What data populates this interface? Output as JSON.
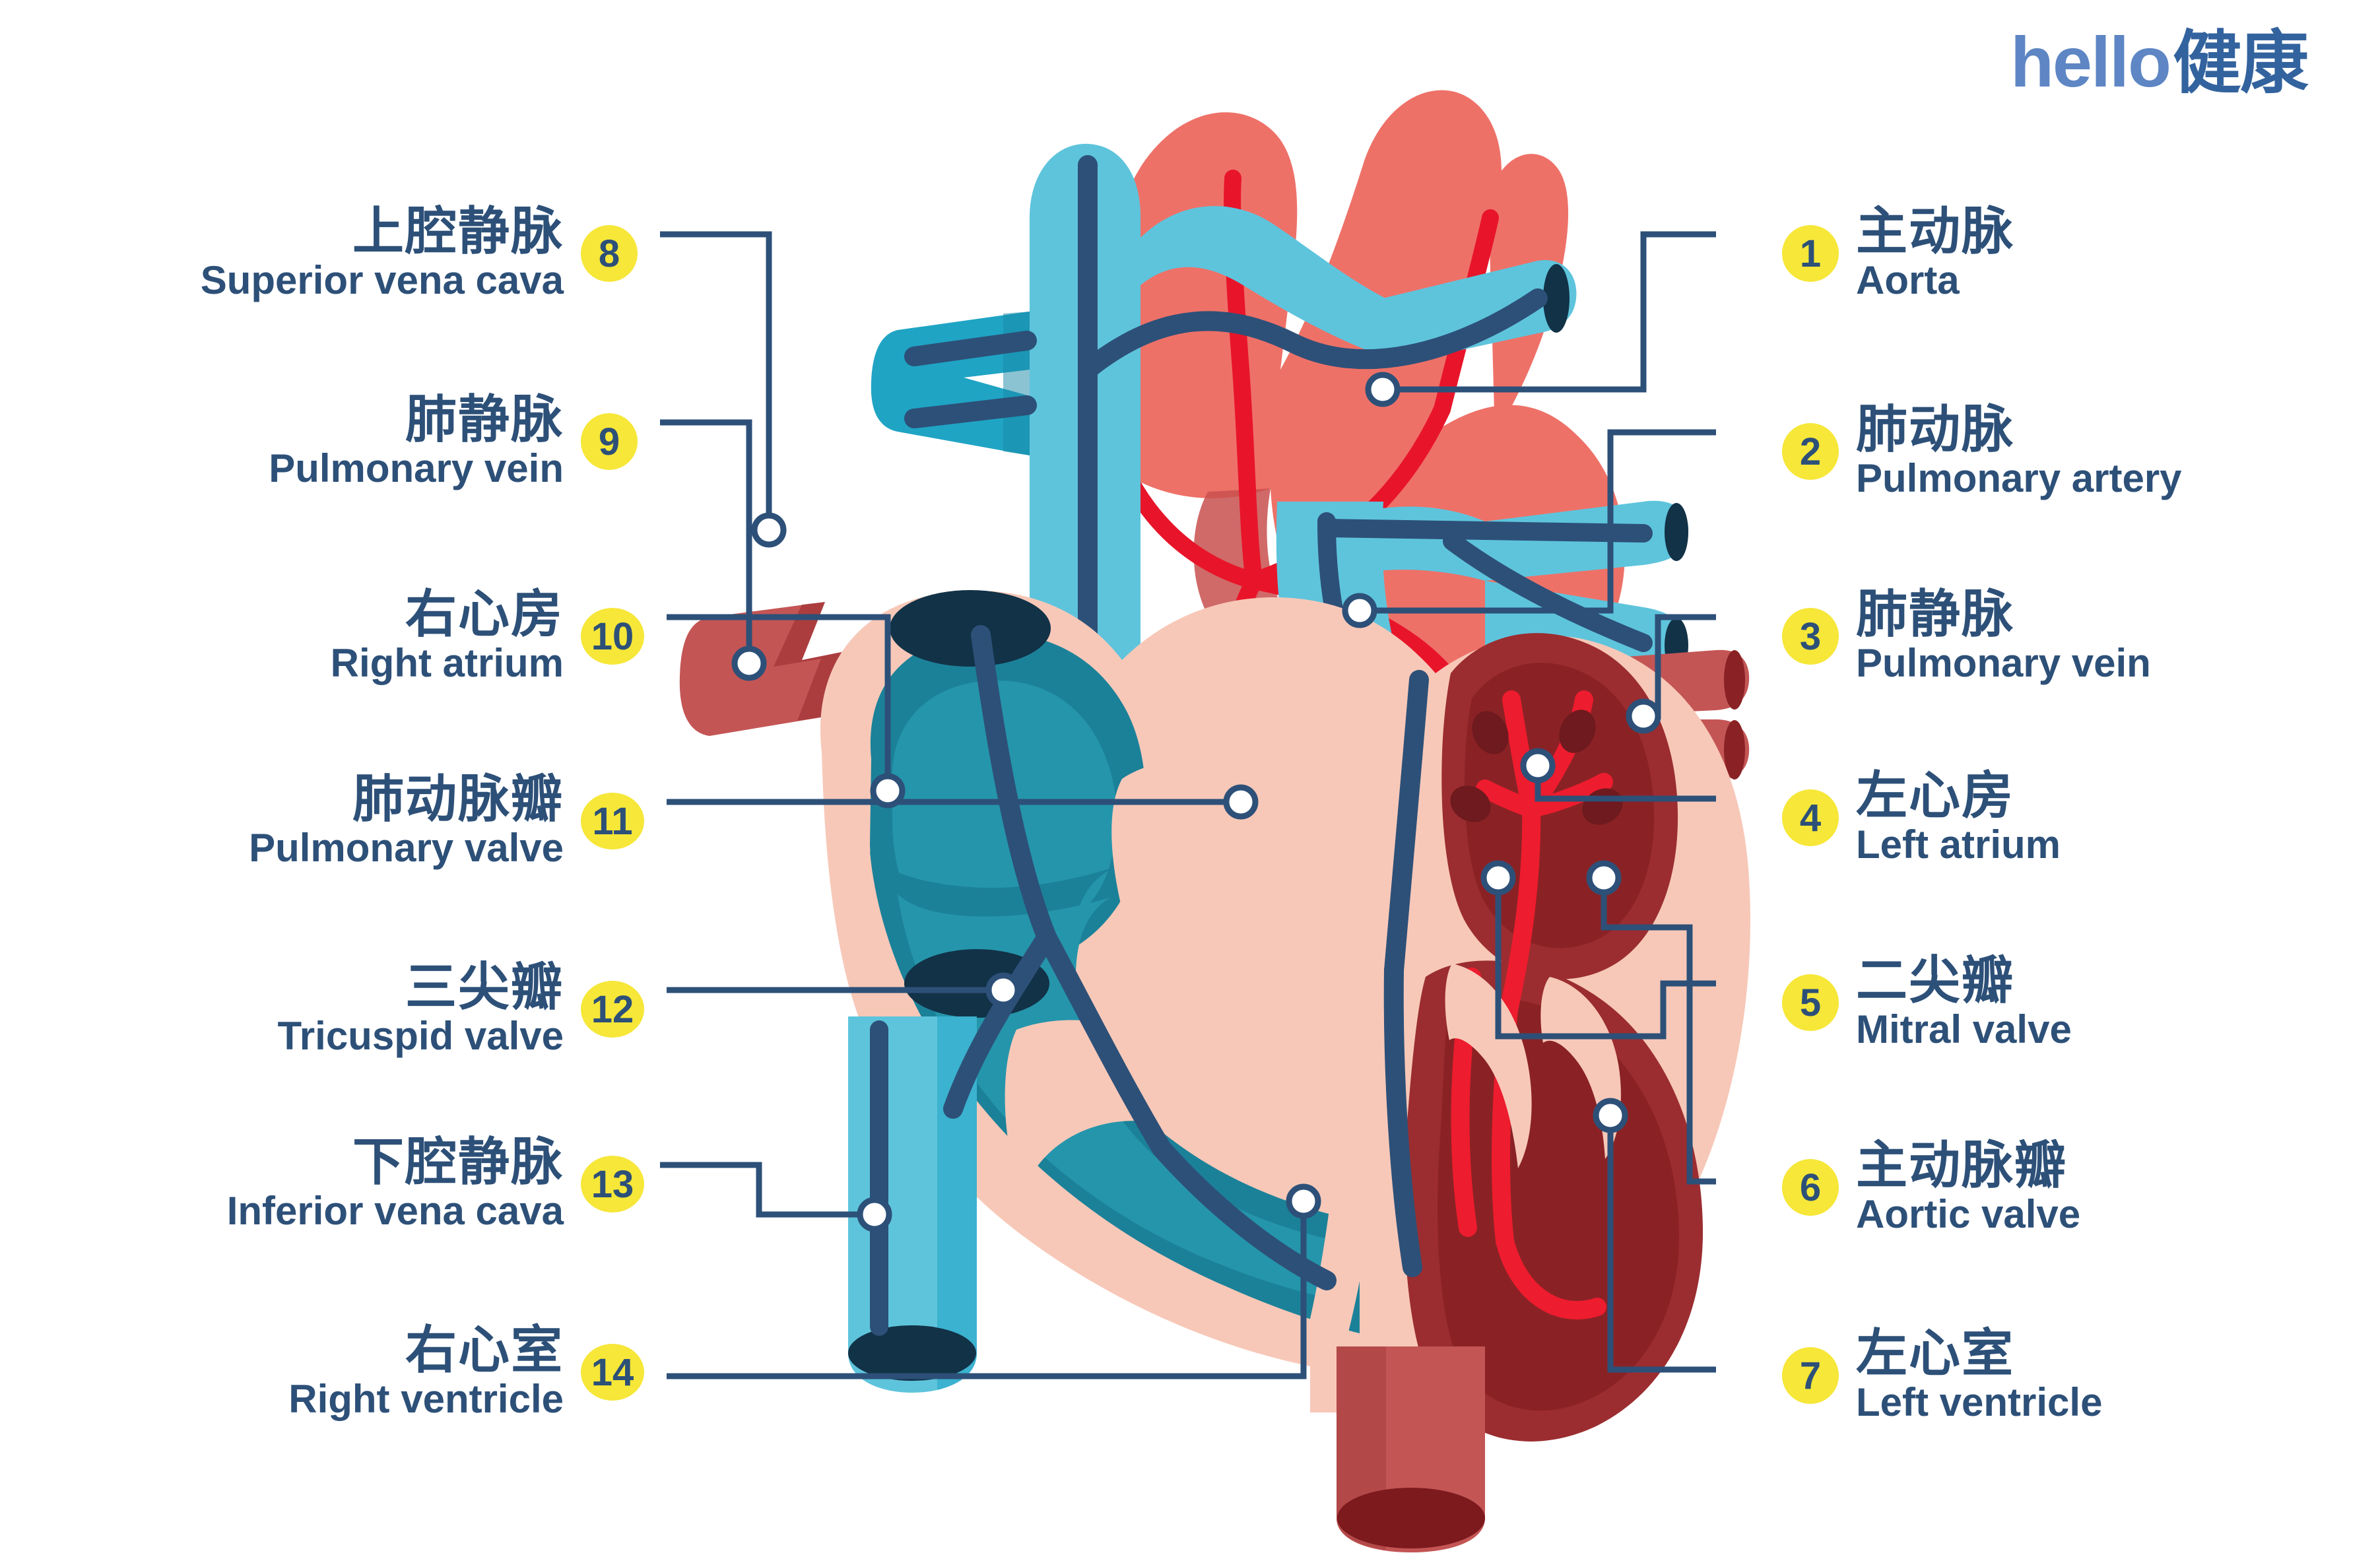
{
  "brand": {
    "logo_hello": "hello",
    "logo_cn": "健康"
  },
  "colors": {
    "label_text": "#2D5078",
    "badge_bg": "#F6E738",
    "badge_text": "#2D5078",
    "leader_line": "#2D5078",
    "artery_salmon": "#EE7168",
    "artery_red_line": "#E8152A",
    "vein_light_blue": "#5EC4DC",
    "vein_mid_blue": "#1FA4C4",
    "vein_dark_stripe": "#2D5078",
    "right_chamber_teal": "#1B8199",
    "right_chamber_teal_light": "#2595AB",
    "left_chamber_darkred": "#9B2D30",
    "left_chamber_darkred2": "#8A2225",
    "pulm_vein_red": "#C45555",
    "myocardium_pink": "#F7C8B8",
    "lumen_navy": "#123247",
    "background": "#FFFFFF"
  },
  "title_note": "Human heart anatomy diagram, bilingual Chinese / English labels",
  "labels_right": [
    {
      "number": "1",
      "cn": "主动脉",
      "en": "Aorta"
    },
    {
      "number": "2",
      "cn": "肺动脉",
      "en": "Pulmonary artery"
    },
    {
      "number": "3",
      "cn": "肺静脉",
      "en": "Pulmonary vein"
    },
    {
      "number": "4",
      "cn": "左心房",
      "en": "Left atrium"
    },
    {
      "number": "5",
      "cn": "二尖瓣",
      "en": "Mitral valve"
    },
    {
      "number": "6",
      "cn": "主动脉瓣",
      "en": "Aortic valve"
    },
    {
      "number": "7",
      "cn": "左心室",
      "en": "Left ventricle"
    }
  ],
  "labels_left": [
    {
      "number": "8",
      "cn": "上腔静脉",
      "en": "Superior vena cava"
    },
    {
      "number": "9",
      "cn": "肺静脉",
      "en": "Pulmonary vein"
    },
    {
      "number": "10",
      "cn": "右心房",
      "en": "Right atrium"
    },
    {
      "number": "11",
      "cn": "肺动脉瓣",
      "en": "Pulmonary valve"
    },
    {
      "number": "12",
      "cn": "三尖瓣",
      "en": "Tricuspid valve"
    },
    {
      "number": "13",
      "cn": "下腔静脉",
      "en": "Inferior vena cava"
    },
    {
      "number": "14",
      "cn": "右心室",
      "en": "Right ventricle"
    }
  ]
}
